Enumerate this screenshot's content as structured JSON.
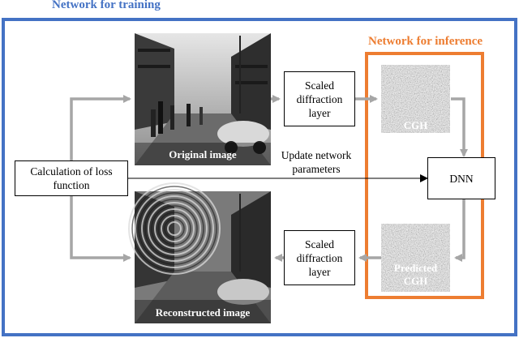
{
  "titles": {
    "training": "Network for training",
    "inference": "Network for inference"
  },
  "colors": {
    "training_frame": "#4472c4",
    "inference_frame": "#ed7d31",
    "arrow": "#a6a6a6",
    "line": "#000000"
  },
  "nodes": {
    "loss": "Calculation of loss function",
    "diffraction_top": "Scaled diffraction layer",
    "diffraction_bottom": "Scaled diffraction layer",
    "dnn": "DNN"
  },
  "images": {
    "original": {
      "label": "Original image",
      "kind": "street photograph"
    },
    "reconstructed": {
      "label": "Reconstructed image",
      "kind": "street photograph with ring artifacts"
    },
    "cgh": {
      "label": "CGH",
      "kind": "noise"
    },
    "predicted_cgh": {
      "label": "Predicted CGH",
      "kind": "noise"
    }
  },
  "edge_labels": {
    "update": "Update network parameters"
  }
}
